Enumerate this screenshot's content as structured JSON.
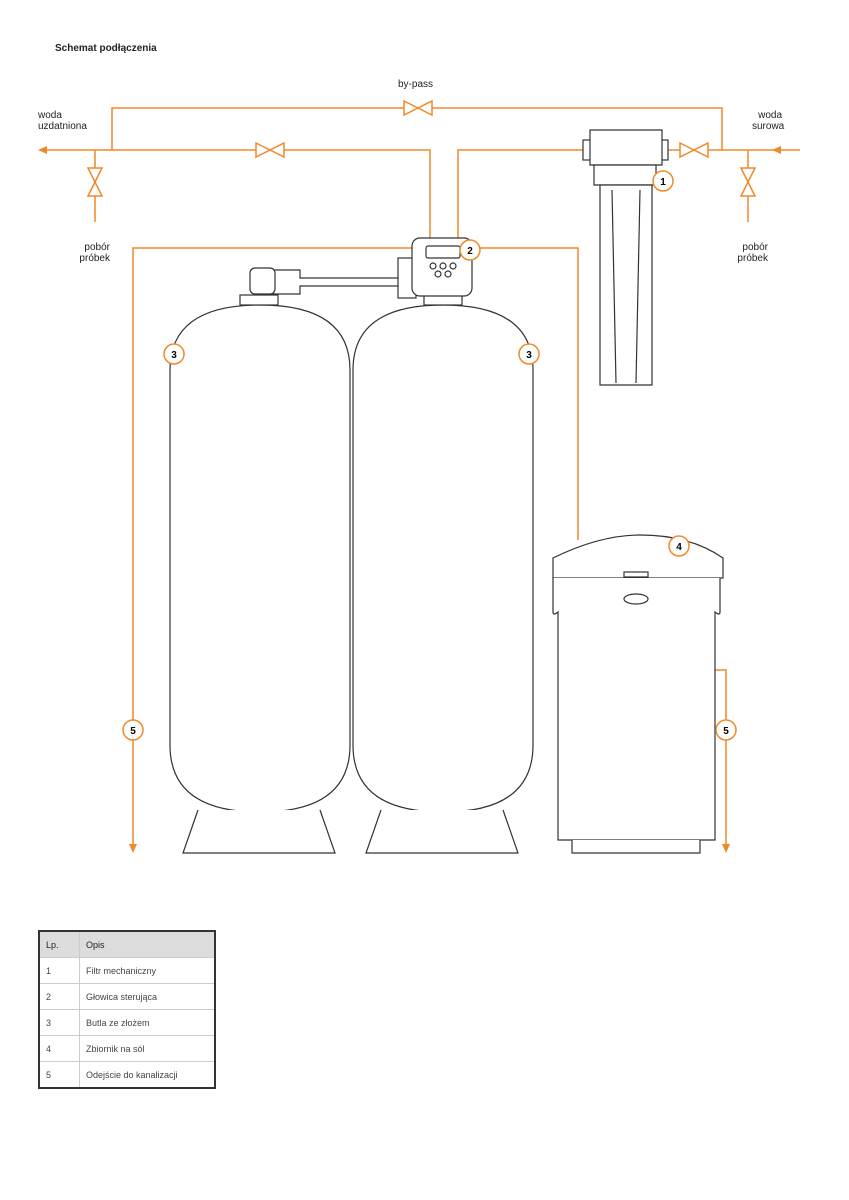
{
  "title": "Schemat podłączenia",
  "labels": {
    "bypass": "by-pass",
    "treated_water": [
      "woda",
      "uzdatniona"
    ],
    "raw_water": [
      "woda",
      "surowa"
    ],
    "sampling_left": [
      "pobór",
      "próbek"
    ],
    "sampling_right": [
      "pobór",
      "próbek"
    ]
  },
  "markers": [
    "1",
    "2",
    "3",
    "3",
    "4",
    "5",
    "5"
  ],
  "colors": {
    "pipe": "#f0892a",
    "outline": "#333333"
  },
  "table": {
    "headers": [
      "Lp.",
      "Opis"
    ],
    "rows": [
      [
        "1",
        "Filtr mechaniczny"
      ],
      [
        "2",
        "Głowica sterująca"
      ],
      [
        "3",
        "Butla ze złożem"
      ],
      [
        "4",
        "Zbiornik na sól"
      ],
      [
        "5",
        "Odejście do kanalizacji"
      ]
    ]
  }
}
